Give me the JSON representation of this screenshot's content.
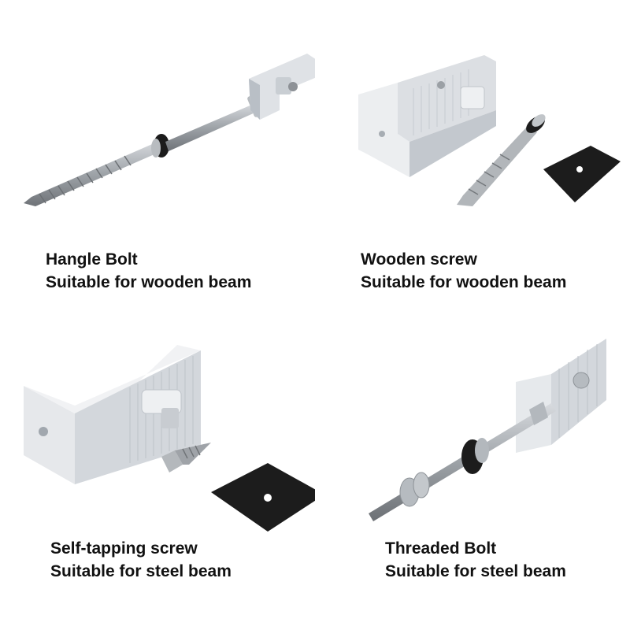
{
  "products": [
    {
      "title": "Hangle Bolt",
      "subtitle": "Suitable for wooden beam",
      "icon": "hanger-bolt-with-bracket"
    },
    {
      "title": "Wooden screw",
      "subtitle": "Suitable for wooden beam",
      "icon": "wood-screw-bracket-and-pad"
    },
    {
      "title": "Self-tapping screw",
      "subtitle": "Suitable for steel beam",
      "icon": "self-tapping-screw-bracket-and-pad"
    },
    {
      "title": "Threaded Bolt",
      "subtitle": "Suitable for steel beam",
      "icon": "threaded-bolt-with-bracket"
    }
  ],
  "colors": {
    "aluminium": "#d9dde2",
    "aluminium_shade": "#b9bfc6",
    "steel": "#a9adb2",
    "rubber": "#1c1c1c",
    "text": "#111111"
  }
}
